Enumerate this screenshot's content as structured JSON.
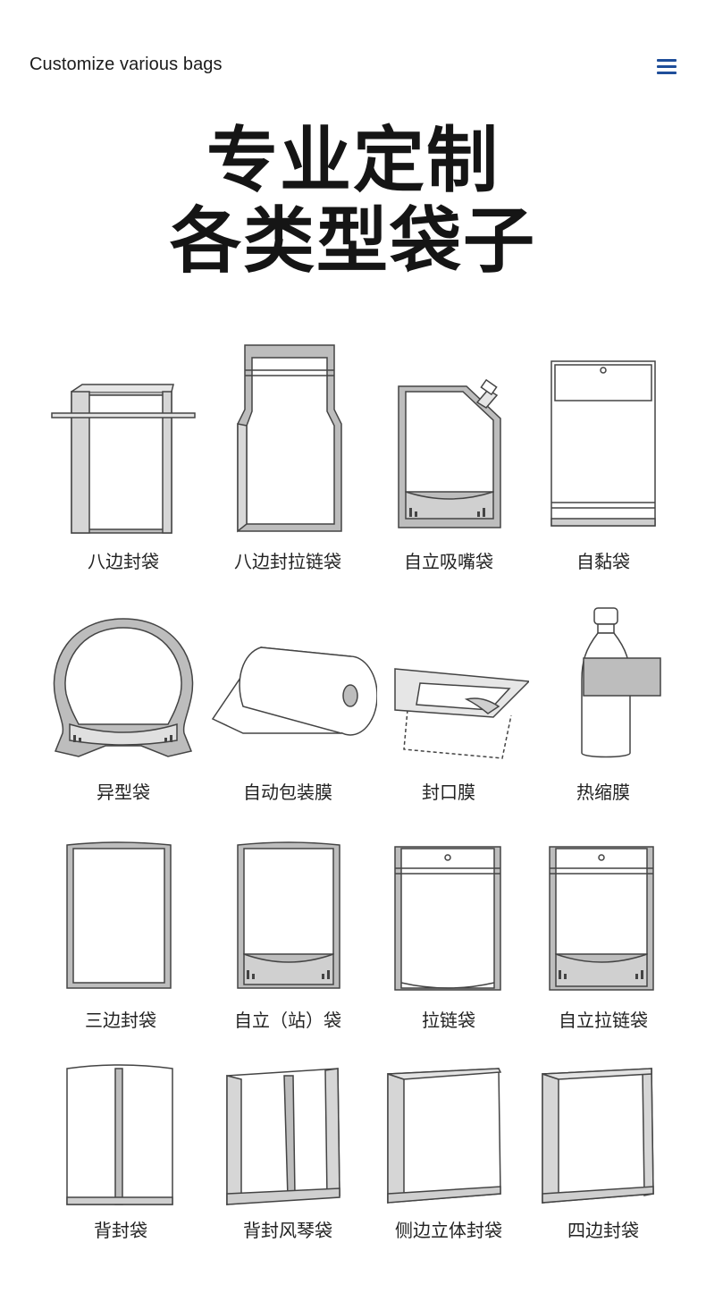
{
  "header": {
    "brand": "Customize various bags",
    "menu_icon": "hamburger-menu-icon",
    "accent": "#1f4e9a"
  },
  "hero": {
    "line1": "专业定制",
    "line2": "各类型袋子"
  },
  "bags": [
    {
      "label": "八边封袋",
      "icon": "eight-side-seal-bag-icon"
    },
    {
      "label": "八边封拉链袋",
      "icon": "eight-side-zipper-bag-icon"
    },
    {
      "label": "自立吸嘴袋",
      "icon": "spout-pouch-icon"
    },
    {
      "label": "自黏袋",
      "icon": "self-adhesive-bag-icon"
    },
    {
      "label": "异型袋",
      "icon": "shaped-bag-icon"
    },
    {
      "label": "自动包装膜",
      "icon": "packaging-film-roll-icon"
    },
    {
      "label": "封口膜",
      "icon": "sealing-film-icon"
    },
    {
      "label": "热缩膜",
      "icon": "shrink-film-bottle-icon"
    },
    {
      "label": "三边封袋",
      "icon": "three-side-seal-bag-icon"
    },
    {
      "label": "自立（站）袋",
      "icon": "stand-up-pouch-icon"
    },
    {
      "label": "拉链袋",
      "icon": "zipper-bag-icon"
    },
    {
      "label": "自立拉链袋",
      "icon": "stand-up-zipper-bag-icon"
    },
    {
      "label": "背封袋",
      "icon": "back-seal-bag-icon"
    },
    {
      "label": "背封风琴袋",
      "icon": "back-seal-gusset-bag-icon"
    },
    {
      "label": "侧边立体封袋",
      "icon": "side-gusset-bag-icon"
    },
    {
      "label": "四边封袋",
      "icon": "four-side-seal-bag-icon"
    }
  ]
}
